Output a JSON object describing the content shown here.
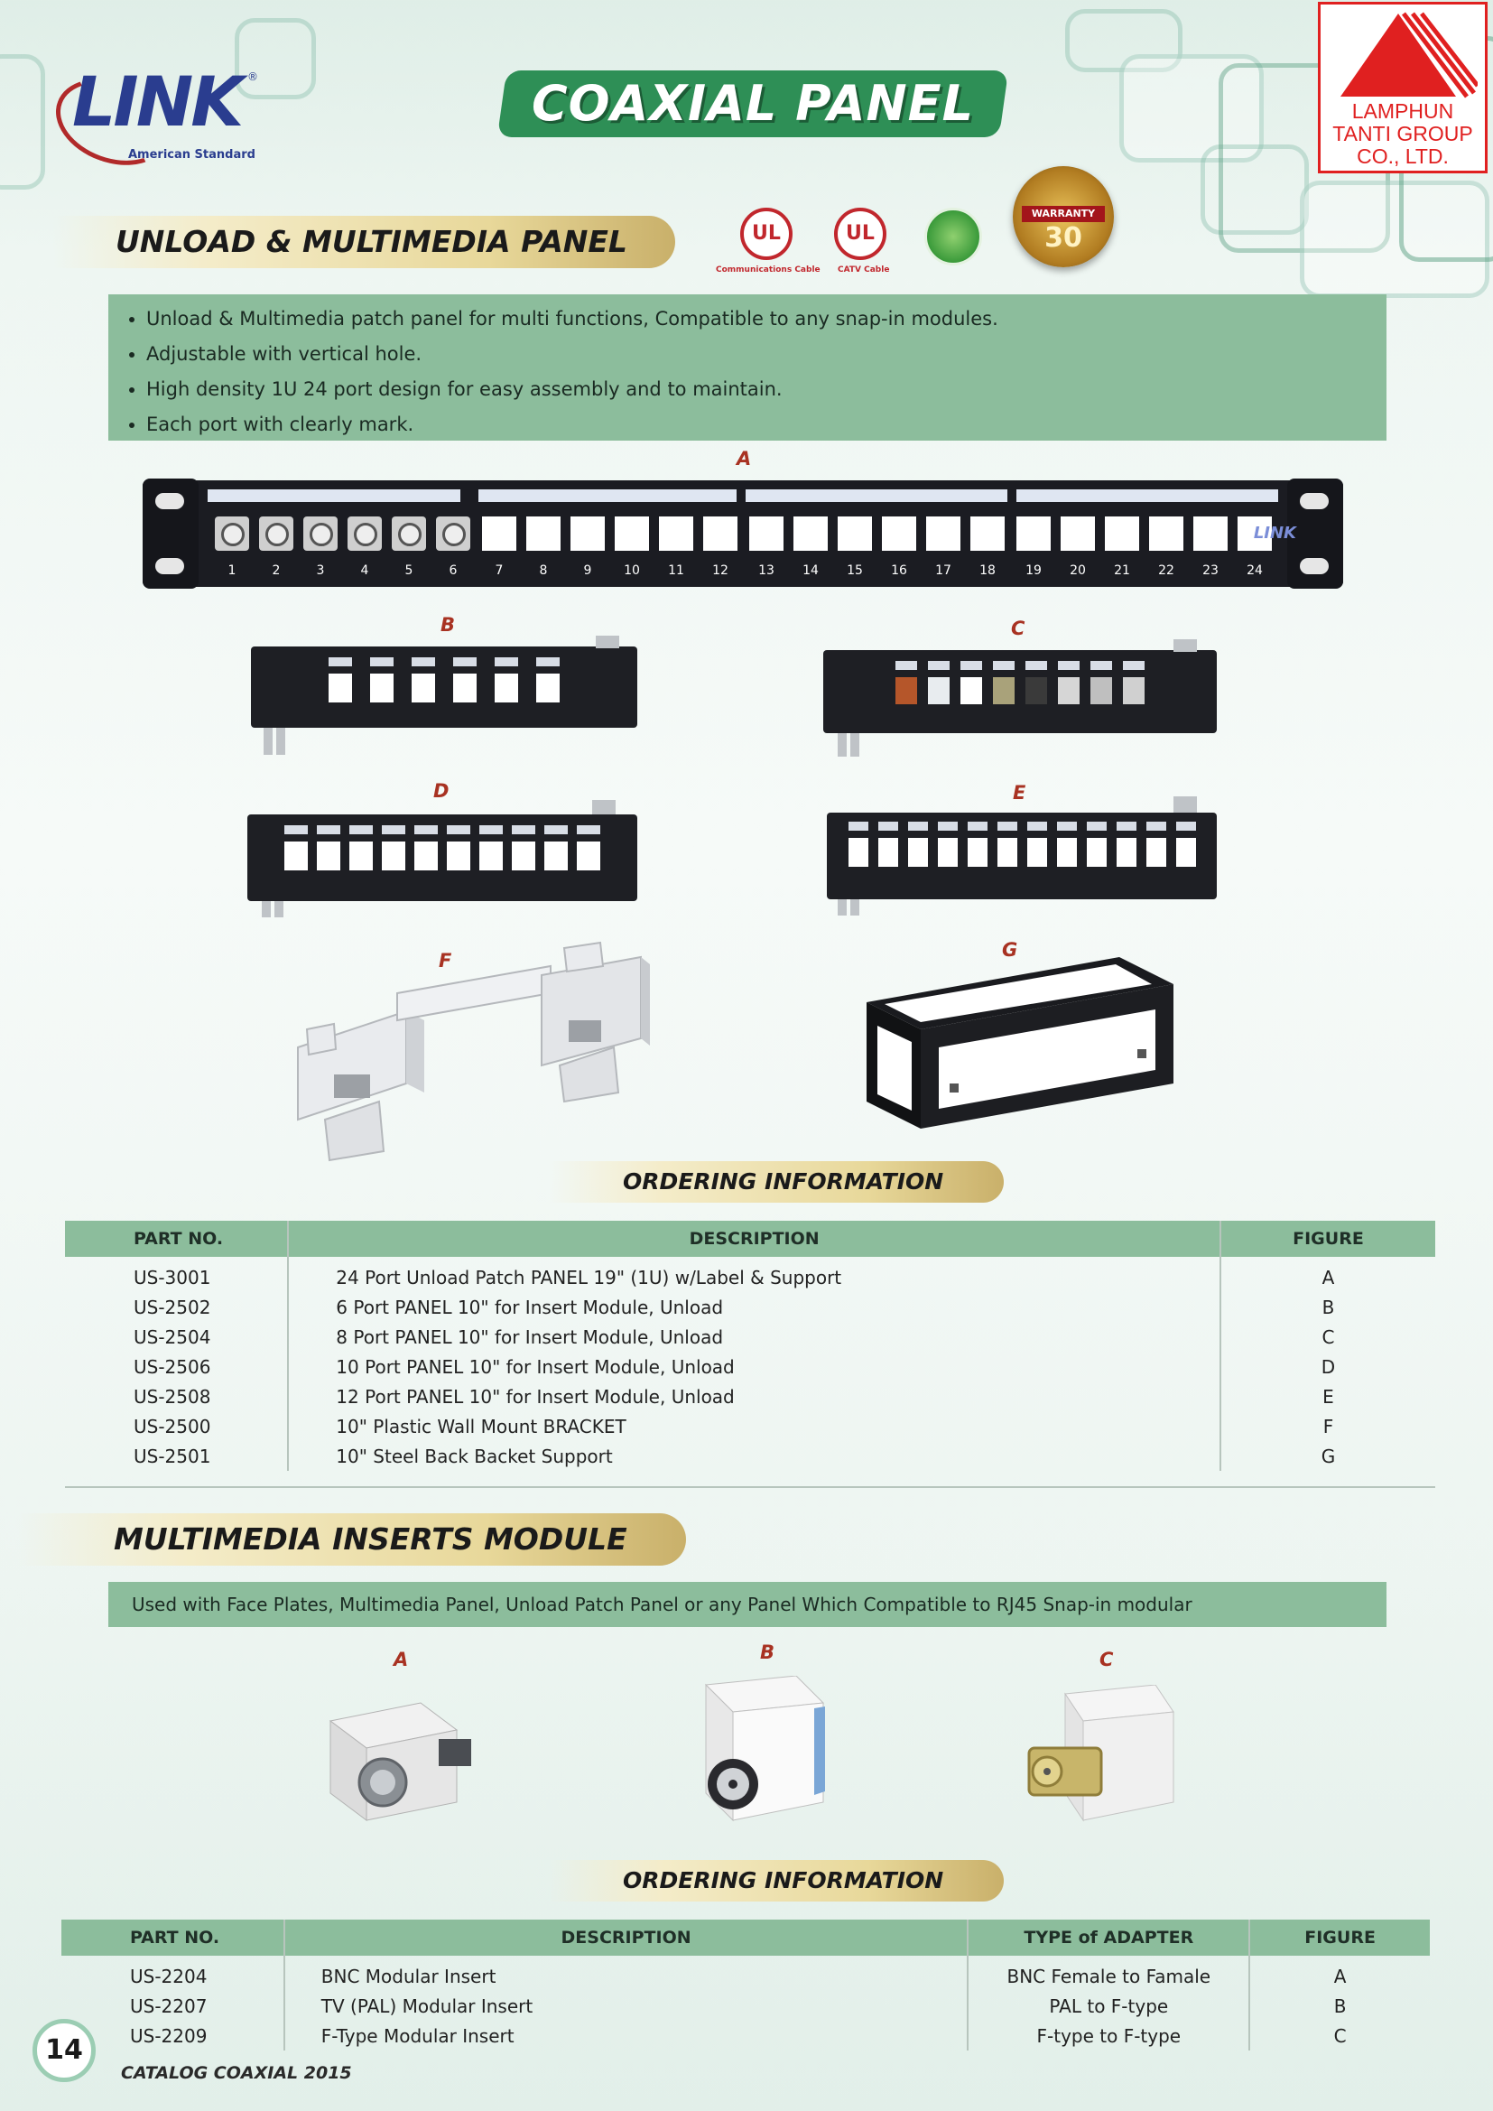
{
  "header": {
    "brand": "LINK",
    "brand_sub": "American Standard",
    "registered": "®",
    "title": "COAXIAL PANEL",
    "dealer_lines": [
      "LAMPHUN",
      "TANTI GROUP",
      "CO., LTD."
    ]
  },
  "badges": {
    "ul_mark": "UL",
    "ul1_caption": "Communications Cable",
    "ul2_caption": "CATV Cable",
    "warranty_text": "WARRANTY",
    "warranty_years": "30"
  },
  "section1": {
    "title": "UNLOAD & MULTIMEDIA PANEL",
    "features": [
      "Unload & Multimedia patch panel for multi functions, Compatible to any snap-in modules.",
      "Adjustable with vertical hole.",
      "High density 1U 24 port design for easy assembly and to maintain.",
      "Each port with clearly mark."
    ]
  },
  "figures": {
    "a": "A",
    "b": "B",
    "c": "C",
    "d": "D",
    "e": "E",
    "f": "F",
    "g": "G",
    "panel_a_ports": [
      "1",
      "2",
      "3",
      "4",
      "5",
      "6",
      "7",
      "8",
      "9",
      "10",
      "11",
      "12",
      "13",
      "14",
      "15",
      "16",
      "17",
      "18",
      "19",
      "20",
      "21",
      "22",
      "23",
      "24"
    ],
    "panel_a_logo": "LINK"
  },
  "ordering1": {
    "title": "ORDERING INFORMATION",
    "headers": [
      "PART NO.",
      "DESCRIPTION",
      "FIGURE"
    ],
    "rows": [
      [
        "US-3001",
        "24 Port Unload Patch PANEL 19\" (1U) w/Label & Support",
        "A"
      ],
      [
        "US-2502",
        "6 Port PANEL 10\" for Insert Module, Unload",
        "B"
      ],
      [
        "US-2504",
        "8 Port PANEL 10\" for Insert Module, Unload",
        "C"
      ],
      [
        "US-2506",
        "10 Port PANEL 10\" for Insert Module, Unload",
        "D"
      ],
      [
        "US-2508",
        "12 Port PANEL 10\" for Insert Module, Unload",
        "E"
      ],
      [
        "US-2500",
        "10\" Plastic Wall Mount BRACKET",
        "F"
      ],
      [
        "US-2501",
        "10\" Steel Back Backet Support",
        "G"
      ]
    ]
  },
  "section2": {
    "title": "MULTIMEDIA INSERTS MODULE",
    "description": "Used with Face Plates, Multimedia Panel, Unload Patch Panel or any Panel Which Compatible to RJ45 Snap-in modular",
    "figures": [
      "A",
      "B",
      "C"
    ]
  },
  "ordering2": {
    "title": "ORDERING INFORMATION",
    "headers": [
      "PART NO.",
      "DESCRIPTION",
      "TYPE of ADAPTER",
      "FIGURE"
    ],
    "rows": [
      [
        "US-2204",
        "BNC Modular Insert",
        "BNC Female to Famale",
        "A"
      ],
      [
        "US-2207",
        "TV (PAL) Modular Insert",
        "PAL to F-type",
        "B"
      ],
      [
        "US-2209",
        "F-Type Modular Insert",
        "F-type to F-type",
        "C"
      ]
    ]
  },
  "footer": {
    "page_number": "14",
    "caption": "CATALOG COAXIAL 2015"
  }
}
